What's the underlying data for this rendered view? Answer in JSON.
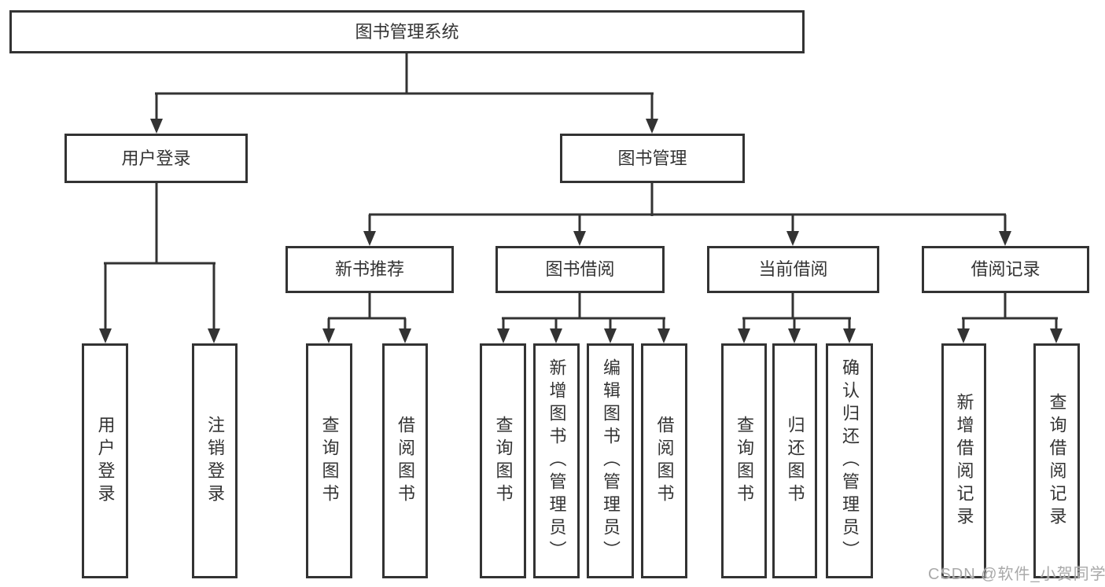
{
  "diagram_title": "图书管理系统",
  "nodes": {
    "root": "图书管理系统",
    "user_login": "用户登录",
    "book_mgmt": "图书管理",
    "new_book_rec": "新书推荐",
    "book_borrow": "图书借阅",
    "current_borrow": "当前借阅",
    "borrow_record": "借阅记录",
    "leaf_user_login": "用户登录",
    "leaf_logout": "注销登录",
    "leaf_nr_query": "查询图书",
    "leaf_nr_borrow": "借阅图书",
    "leaf_bb_query": "查询图书",
    "leaf_bb_add": "新增图书（管理员）",
    "leaf_bb_edit": "编辑图书（管理员）",
    "leaf_bb_borrow": "借阅图书",
    "leaf_cb_query": "查询图书",
    "leaf_cb_return": "归还图书",
    "leaf_cb_confirm": "确认归还（管理员）",
    "leaf_br_add": "新增借阅记录",
    "leaf_br_query": "查询借阅记录"
  },
  "watermark": "CSDN @软件_小贺同学",
  "colors": {
    "line": "#333333",
    "box_border": "#333333",
    "text": "#333333",
    "background": "#ffffff",
    "watermark": "#a9a9a9"
  }
}
